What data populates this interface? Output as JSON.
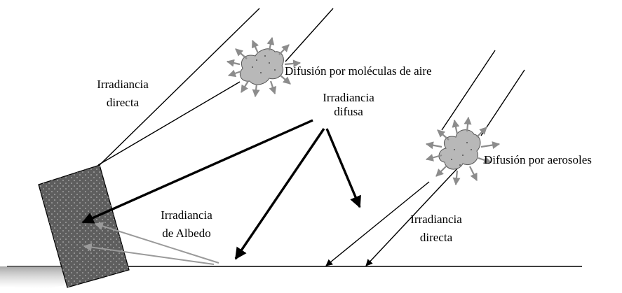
{
  "labels": {
    "direct_left": [
      "Irradiancia",
      "directa"
    ],
    "diffuse": [
      "Irradiancia",
      "difusa"
    ],
    "air_scatter": "Difusión por moléculas de aire",
    "aerosol_scatter": "Difusión por aerosoles",
    "albedo": [
      "Irradiancia",
      "de Albedo"
    ],
    "direct_right": [
      "Irradiancia",
      "directa"
    ]
  },
  "colors": {
    "panel": "#5e5e5e",
    "particle": "#b8b8b8",
    "scatter_arrow": "#8c8c8c",
    "albedo_arrow": "#9a9a9a",
    "line": "#000000"
  },
  "icons": {
    "air_particle": "air-molecule-blob",
    "aerosol_particle": "aerosol-blob",
    "panel": "solar-panel"
  }
}
